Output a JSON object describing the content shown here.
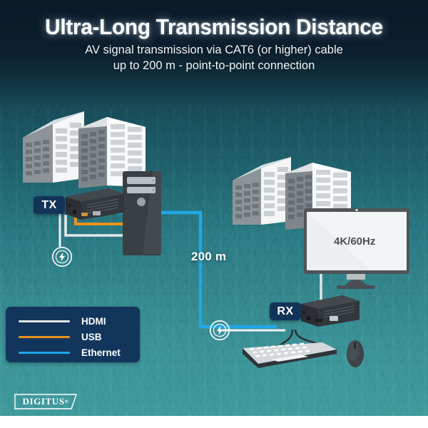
{
  "header": {
    "title": "Ultra-Long Transmission Distance",
    "subtitle_line1": "AV signal transmission via CAT6 (or higher) cable",
    "subtitle_line2": "up to 200 m - point-to-point connection"
  },
  "diagram": {
    "tx_badge": "TX",
    "rx_badge": "RX",
    "distance_label": "200 m",
    "monitor_screen_text": "4K/60Hz",
    "tx_icon": "transmitter-device",
    "rx_icon": "receiver-device",
    "power_icon": "power-bolt-icon",
    "pc_icon": "desktop-tower-icon",
    "keyboard_icon": "keyboard-icon",
    "mouse_icon": "mouse-icon",
    "building_icon": "office-building-icon"
  },
  "legend": {
    "items": [
      {
        "label": "HDMI",
        "color": "#e3e8ea"
      },
      {
        "label": "USB",
        "color": "#e8921f"
      },
      {
        "label": "Ethernet",
        "color": "#1fa7e8"
      }
    ]
  },
  "logo": {
    "name": "DIGITUS",
    "registered_mark": "®"
  },
  "colors": {
    "background_top": "#0b1c2c",
    "background_bottom": "#409a9c",
    "badge_navy": "#133459",
    "ethernet_blue": "#1fa7e8",
    "usb_orange": "#e8921f",
    "hdmi_white": "#e3e8ea",
    "legend_panel": "#12355c"
  }
}
